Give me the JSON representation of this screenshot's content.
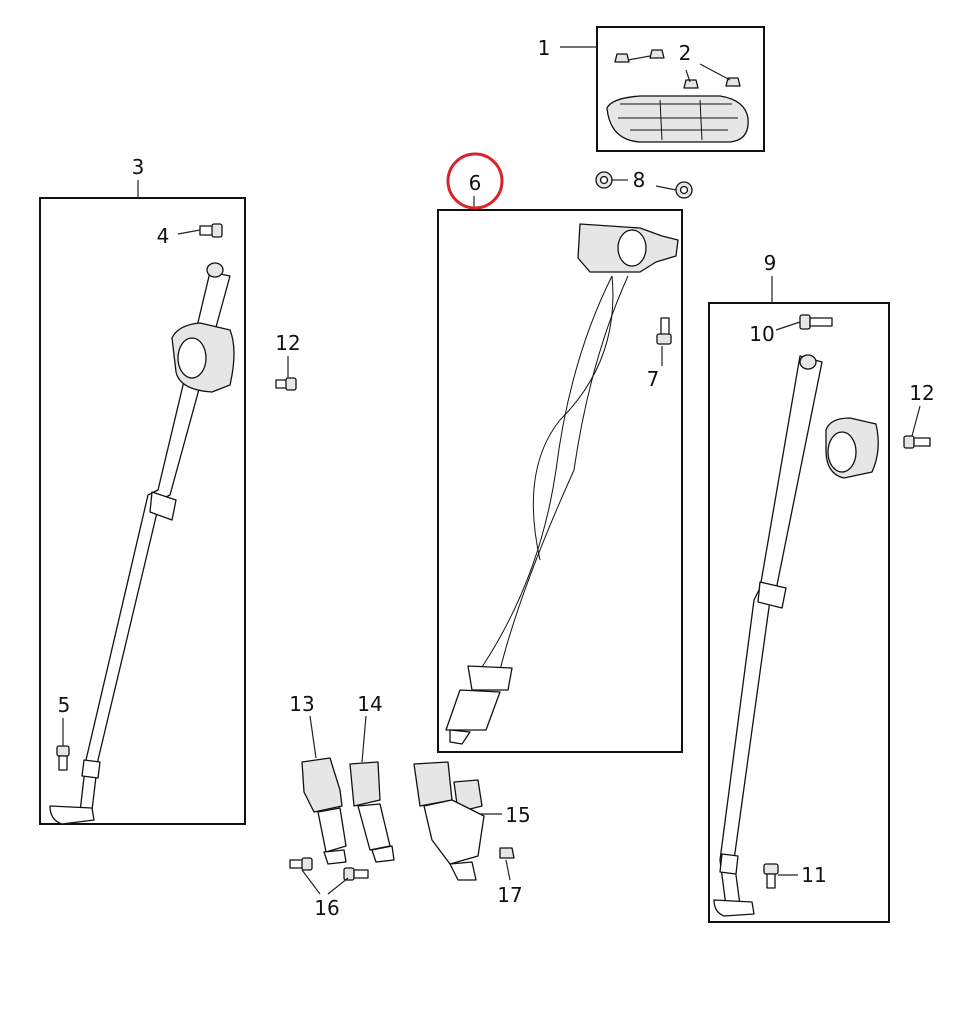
{
  "callouts": {
    "c1": "1",
    "c2": "2",
    "c3": "3",
    "c4": "4",
    "c5": "5",
    "c6": "6",
    "c7": "7",
    "c8": "8",
    "c9": "9",
    "c10": "10",
    "c11": "11",
    "c12a": "12",
    "c12b": "12",
    "c13": "13",
    "c14": "14",
    "c15": "15",
    "c16": "16",
    "c17": "17"
  },
  "highlight": {
    "part": "6",
    "color": "#d8232a"
  }
}
